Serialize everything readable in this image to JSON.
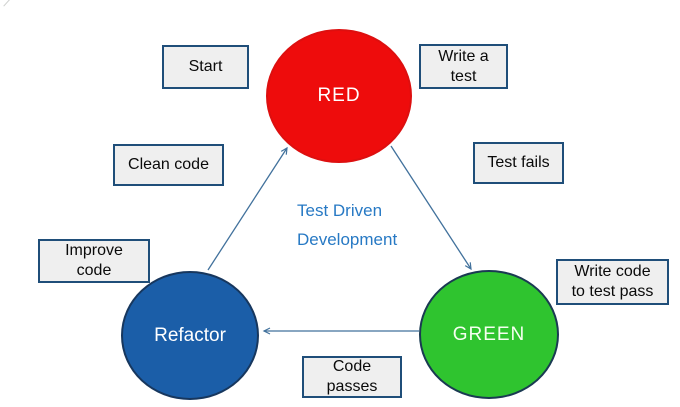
{
  "diagram": {
    "title": {
      "line1": "Test Driven",
      "line2": "Development"
    },
    "nodes": {
      "red": {
        "label": "RED",
        "fill": "#ee0c0c",
        "text_color": "#ffffff"
      },
      "refactor": {
        "label": "Refactor",
        "fill": "#1b5ea8",
        "text_color": "#ffffff"
      },
      "green": {
        "label": "GREEN",
        "fill": "#2fc42f",
        "text_color": "#f5fff0"
      }
    },
    "labels": {
      "start": {
        "line1": "Start",
        "line2": ""
      },
      "write_a_test": {
        "line1": "Write a",
        "line2": "test"
      },
      "clean_code": {
        "line1": "Clean code",
        "line2": ""
      },
      "test_fails": {
        "line1": "Test fails",
        "line2": ""
      },
      "improve_code": {
        "line1": "Improve",
        "line2": "code"
      },
      "write_code_to_test_pass": {
        "line1": "Write code",
        "line2": "to test pass"
      },
      "code_passes": {
        "line1": "Code",
        "line2": "passes"
      }
    },
    "arrows": [
      {
        "name": "refactor-to-red",
        "from": "refactor",
        "to": "red"
      },
      {
        "name": "red-to-green",
        "from": "red",
        "to": "green"
      },
      {
        "name": "green-to-refactor",
        "from": "green",
        "to": "refactor"
      }
    ],
    "colors": {
      "arrow": "#41719c",
      "box_fill": "#efefef",
      "box_border": "#1f4e79",
      "title_text": "#2779c4",
      "node_border_dark": "#17375e"
    }
  }
}
